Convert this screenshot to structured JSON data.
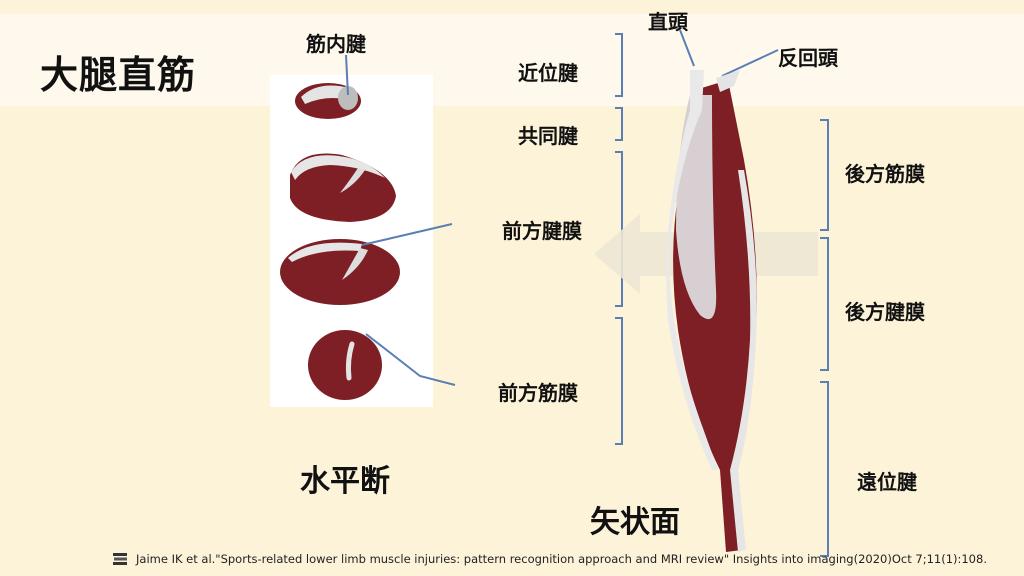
{
  "title": "大腿直筋",
  "cross_section": {
    "top_label": "筋内腱",
    "bottom_label": "水平断"
  },
  "sagittal": {
    "bottom_label": "矢状面",
    "top_left_label": "直頭",
    "top_right_label": "反回頭"
  },
  "left_labels": {
    "proximal_tendon": "近位腱",
    "common_tendon": "共同腱",
    "anterior_aponeurosis": "前方腱膜",
    "anterior_fascia": "前方筋膜"
  },
  "right_labels": {
    "posterior_fascia": "後方筋膜",
    "posterior_aponeurosis": "後方腱膜",
    "distal_tendon": "遠位腱"
  },
  "citation": "Jaime IK et al.\"Sports-related lower limb muscle injuries: pattern recognition approach and MRI review\" Insights into imaging(2020)Oct 7;11(1):108.",
  "colors": {
    "muscle": "#7d1f24",
    "tendon": "#d9d9d9",
    "connector": "#5b7fb3",
    "background": "#fdf3d8"
  }
}
